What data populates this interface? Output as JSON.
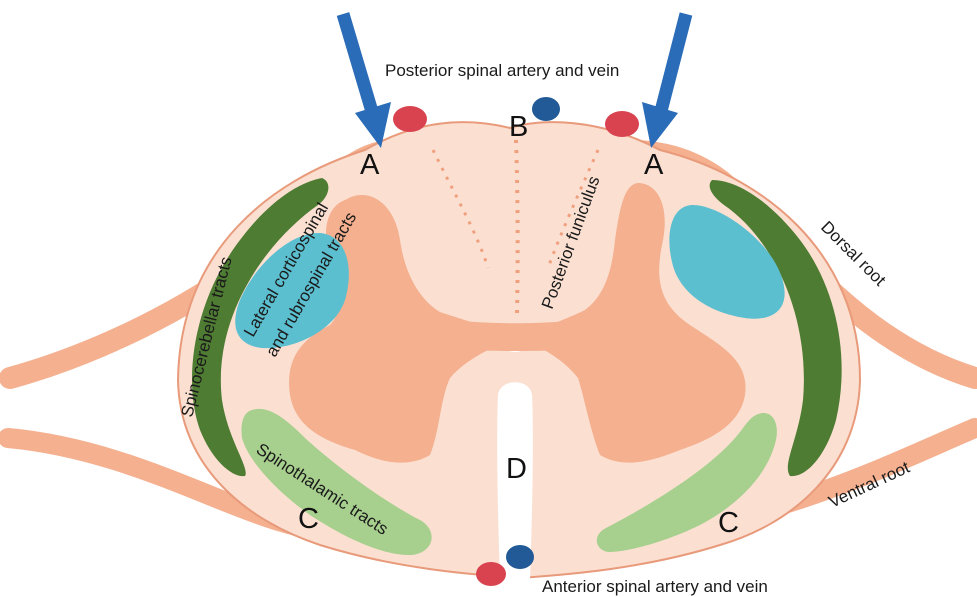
{
  "labels": {
    "posterior_vessels": "Posterior spinal artery and vein",
    "anterior_vessels": "Anterior spinal artery and vein",
    "posterior_funiculus": "Posterior funiculus",
    "spinocerebellar": "Spinocerebellar tracts",
    "lateral_line1": "Lateral corticospinal",
    "lateral_line2": "and rubrospinal tracts",
    "spinothalamic": "Spinothalamic tracts",
    "dorsal_root": "Dorsal root",
    "ventral_root": "Ventral root"
  },
  "letters": {
    "a_left": "A",
    "a_right": "A",
    "b": "B",
    "c_left": "C",
    "c_right": "C",
    "d": "D"
  },
  "colors": {
    "background": "#ffffff",
    "white_matter": "#fbe0d2",
    "gray_matter": "#f4b08f",
    "outline": "#e89a7a",
    "roots": "#f4b08f",
    "spinocerebellar": "#4f7c33",
    "lateral_corticospinal": "#5bbfd0",
    "spinothalamic": "#a7cf8e",
    "artery": "#d9434f",
    "vein": "#215a96",
    "arrow": "#2b6cb8"
  }
}
